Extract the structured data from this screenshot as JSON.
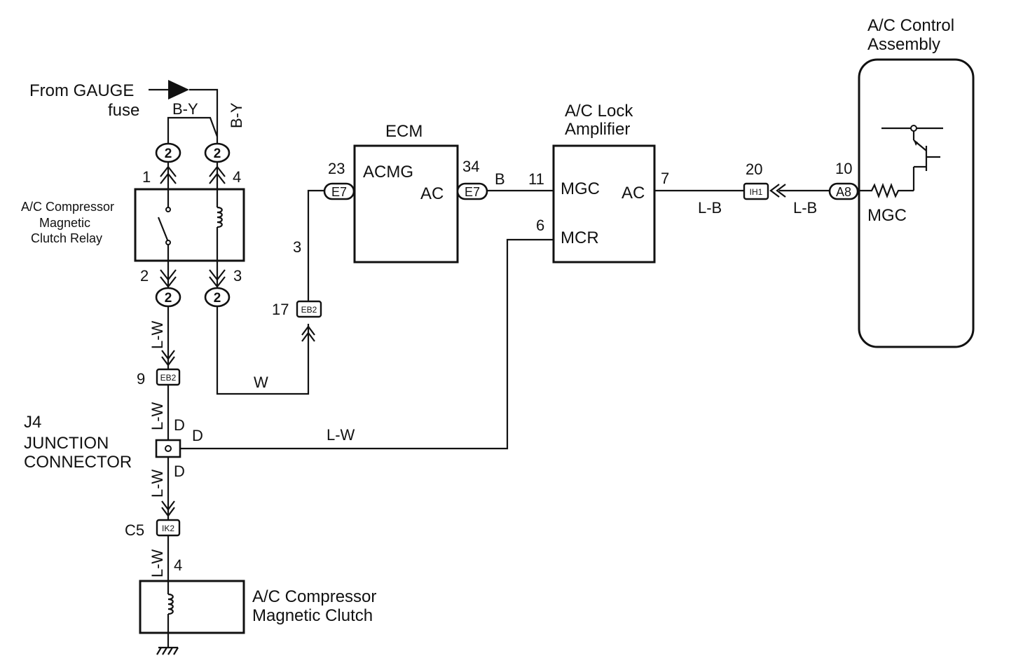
{
  "source": {
    "from": "From GAUGE",
    "fuse": "fuse"
  },
  "relay": {
    "title": [
      "A/C Compressor",
      "Magnetic",
      "Clutch Relay"
    ],
    "connector_id": "2",
    "pins": {
      "p1": "1",
      "p2": "2",
      "p3": "3",
      "p4": "4"
    }
  },
  "ecm": {
    "title": "ECM",
    "acmg": "ACMG",
    "ac": "AC",
    "pin_acmg": "23",
    "pin_ac": "34",
    "connector": "E7"
  },
  "amplifier": {
    "title": [
      "A/C Lock",
      "Amplifier"
    ],
    "mgc": "MGC",
    "mcr": "MCR",
    "ac": "AC",
    "pin_mgc": "11",
    "pin_mcr": "6",
    "pin_ac": "7"
  },
  "control": {
    "title": [
      "A/C Control",
      "Assembly"
    ],
    "mgc": "MGC",
    "connector": "A8",
    "pin": "10"
  },
  "junction": {
    "id": "J4",
    "title": [
      "JUNCTION",
      "CONNECTOR"
    ],
    "d": "D"
  },
  "clutch": {
    "title": [
      "A/C Compressor",
      "Magnetic Clutch"
    ],
    "connector": "C5",
    "pin": "4"
  },
  "connectors": {
    "eb2_top": {
      "id": "EB2",
      "pin": "17",
      "wire_pin": "3"
    },
    "eb2_left": {
      "id": "EB2",
      "pin": "9"
    },
    "ih1": {
      "id": "IH1",
      "pin": "20"
    },
    "ik2": {
      "id": "IK2"
    }
  },
  "wires": {
    "by": "B-Y",
    "lw": "L-W",
    "w": "W",
    "b": "B",
    "lb": "L-B"
  }
}
